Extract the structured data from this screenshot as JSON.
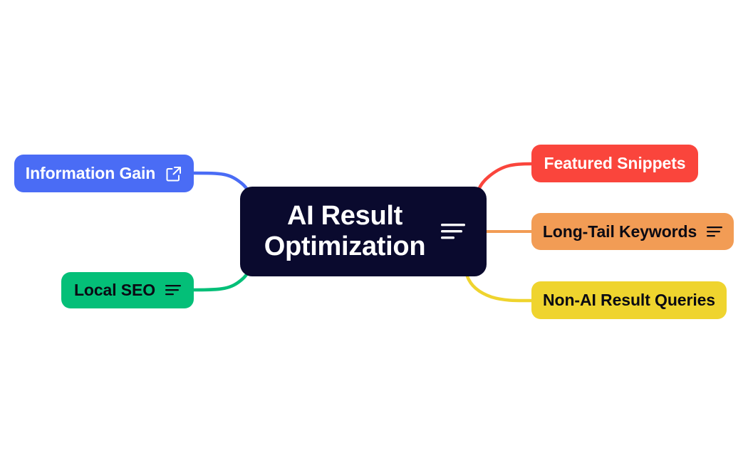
{
  "diagram": {
    "type": "mind-map",
    "background_color": "#ffffff",
    "central_node": {
      "label": "AI Result Optimization",
      "line1": "AI Result",
      "line2": "Optimization",
      "background_color": "#0a0a2e",
      "text_color": "#ffffff",
      "icon": "align-lines-icon"
    },
    "branches": [
      {
        "id": "information-gain",
        "label": "Information Gain",
        "side": "left",
        "background_color": "#4a6cf5",
        "text_color": "#ffffff",
        "connector_color": "#4a6cf5",
        "icon": "external-link-icon"
      },
      {
        "id": "local-seo",
        "label": "Local SEO",
        "side": "left",
        "background_color": "#04bf78",
        "text_color": "#0a0a13",
        "connector_color": "#04bf78",
        "icon": "align-lines-icon"
      },
      {
        "id": "featured-snippets",
        "label": "Featured Snippets",
        "side": "right",
        "background_color": "#fa453c",
        "text_color": "#ffffff",
        "connector_color": "#fa453c",
        "icon": null
      },
      {
        "id": "long-tail-keywords",
        "label": "Long-Tail Keywords",
        "side": "right",
        "background_color": "#f29c55",
        "text_color": "#0a0a13",
        "connector_color": "#f29c55",
        "icon": "align-lines-icon"
      },
      {
        "id": "non-ai-result-queries",
        "label": "Non-AI Result Queries",
        "side": "right",
        "background_color": "#efd42e",
        "text_color": "#0a0a13",
        "connector_color": "#efd42e",
        "icon": null
      }
    ]
  }
}
